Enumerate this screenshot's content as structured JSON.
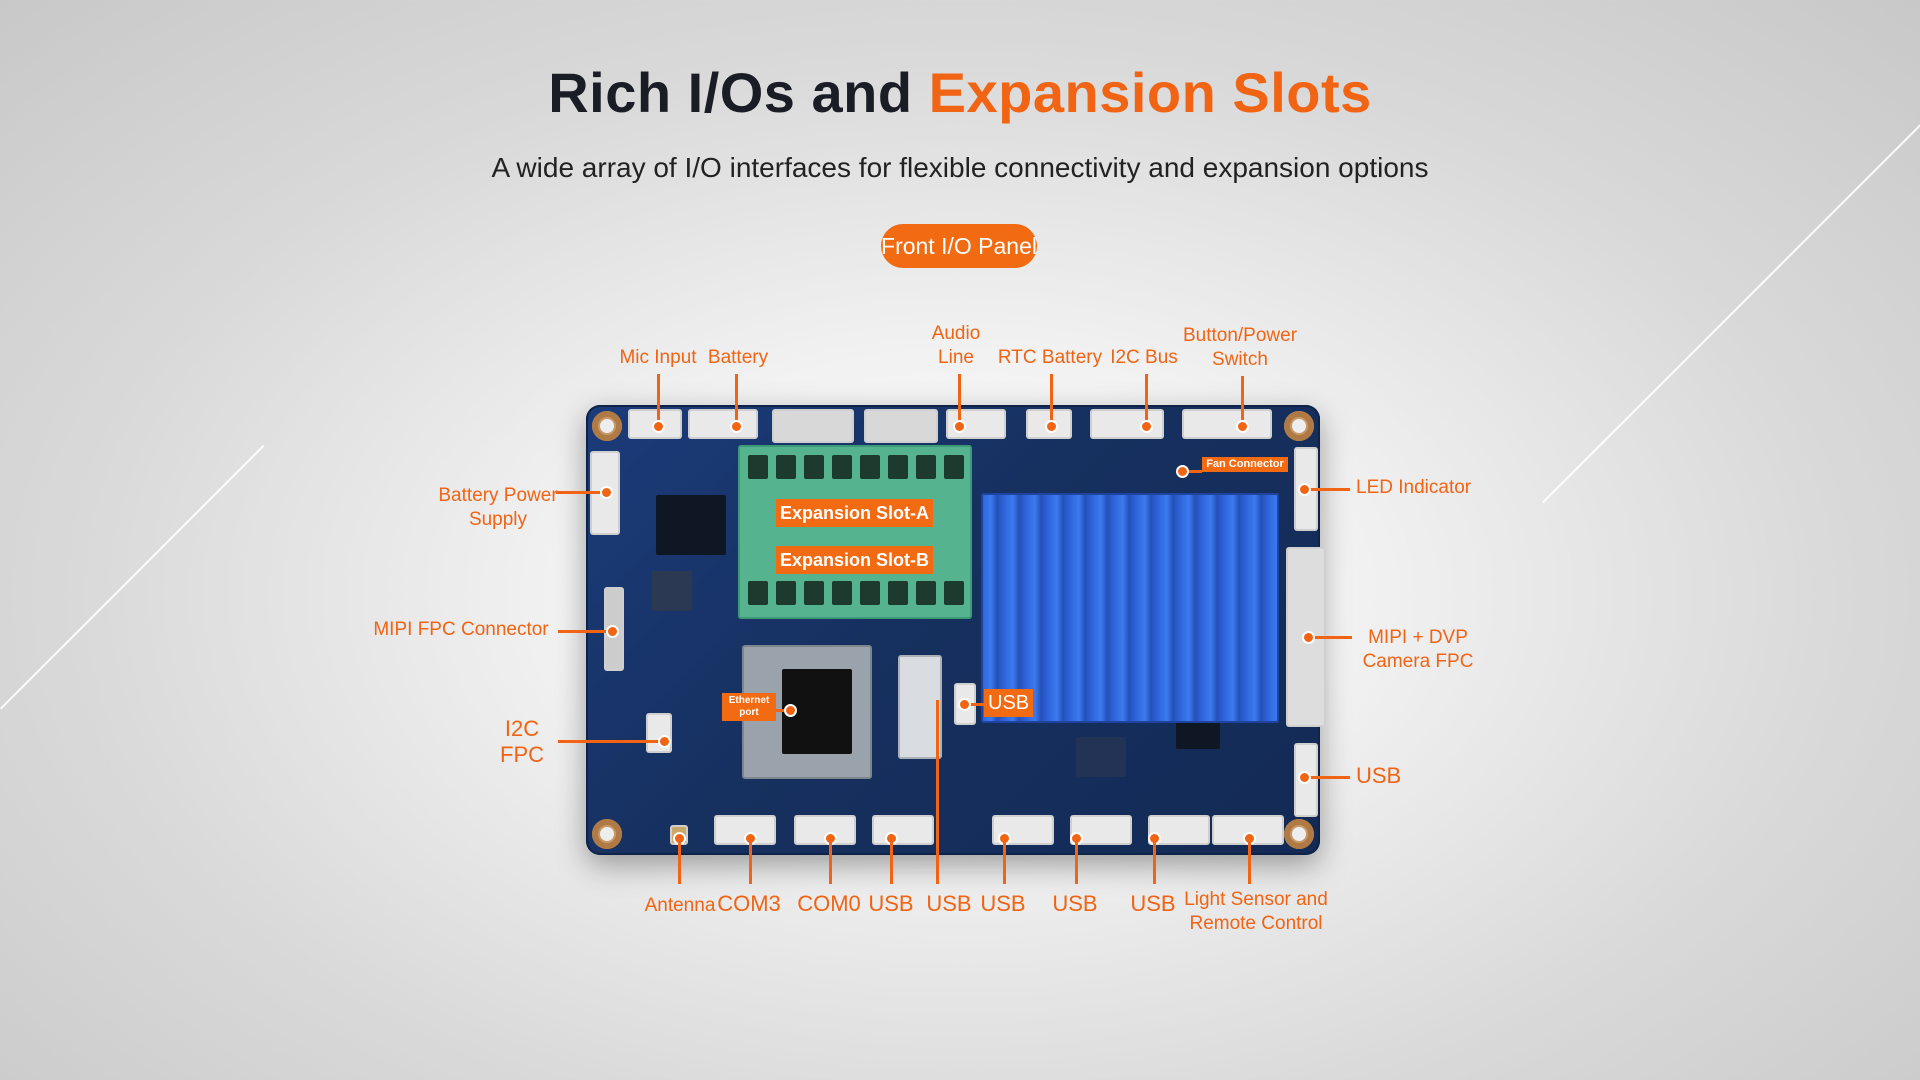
{
  "heading": {
    "main": "Rich I/Os and",
    "accent": "Expansion Slots"
  },
  "subtitle": "A wide array of I/O interfaces for flexible connectivity and expansion options",
  "panel_button": "Front I/O Panel",
  "board_tags": {
    "slot_a": "Expansion Slot-A",
    "slot_b": "Expansion Slot-B",
    "usb": "USB",
    "fan": "Fan Connector",
    "ethernet": "Ethernet port"
  },
  "labels": {
    "mic_input": "Mic Input",
    "battery": "Battery",
    "audio_line": "Audio\nLine",
    "rtc_battery": "RTC Battery",
    "i2c_bus": "I2C Bus",
    "button_power": "Button/Power\nSwitch",
    "battery_power": "Battery Power\nSupply",
    "mipi_fpc": "MIPI FPC Connector",
    "i2c_fpc": "I2C\nFPC",
    "led_indicator": "LED Indicator",
    "mipi_dvp": "MIPI + DVP\nCamera FPC",
    "usb_right": "USB",
    "antenna": "Antenna",
    "com3": "COM3",
    "com0": "COM0",
    "usb_b1": "USB",
    "usb_b2": "USB",
    "usb_b3": "USB",
    "usb_b4": "USB",
    "usb_b5": "USB",
    "light_sensor": "Light Sensor and\nRemote Control"
  },
  "colors": {
    "accent": "#f06414",
    "title": "#1a1d26",
    "board": "#16305f",
    "heatsink": "#2d61d6",
    "terminal": "#55b48f"
  }
}
